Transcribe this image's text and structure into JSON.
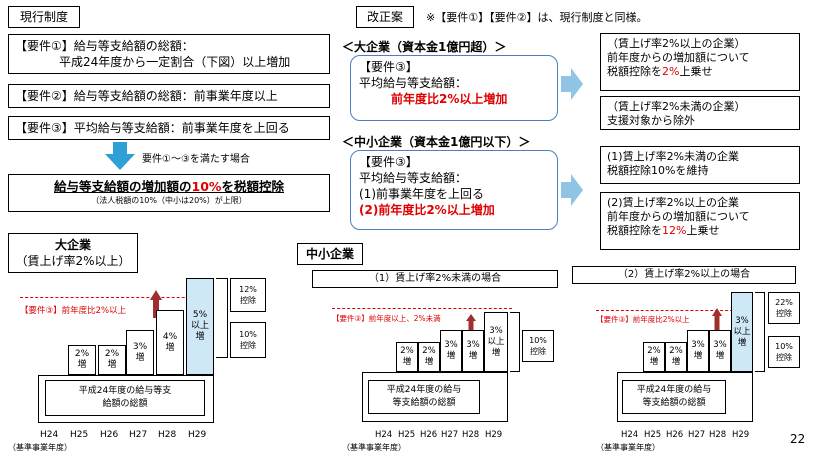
{
  "current": {
    "header": "現行制度",
    "req1_line1": "【要件①】給与等支給額の総額：",
    "req1_line2": "平成24年度から一定割合（下図）以上増加",
    "req2": "【要件②】給与等支給額の総額：前事業年度以上",
    "req3": "【要件③】平均給与等支給額：前事業年度を上回る",
    "arrow_note": "要件①～③を満たす場合",
    "result_main_a": "給与等支給額の増加額の",
    "result_main_b": "10%",
    "result_main_c": "を税額控除",
    "result_sub": "（法人税額の10%（中小は20%）が上限）"
  },
  "reform": {
    "header": "改正案",
    "note": "※【要件①】【要件②】は、現行制度と同様。",
    "large_title": "＜大企業（資本金1億円超）＞",
    "large_req_label": "【要件③】",
    "large_req_line2": "平均給与等支給額：",
    "large_req_line3": "前年度比2%以上増加",
    "large_r1_line1": "（賃上げ率2%以上の企業）",
    "large_r1_line2": "前年度からの増加額について",
    "large_r1_line3a": "税額控除を",
    "large_r1_line3b": "2%",
    "large_r1_line3c": "上乗せ",
    "large_r2_line1": "（賃上げ率2%未満の企業）",
    "large_r2_line2": "支援対象から除外",
    "small_title": "＜中小企業（資本金1億円以下）＞",
    "small_req_label": "【要件③】",
    "small_req_line2": "平均給与等支給額：",
    "small_req_line3": "(1)前事業年度を上回る",
    "small_req_line4": "(2)前年度比2%以上増加",
    "small_r1_line1": "(1)賃上げ率2%未満の企業",
    "small_r1_line2": "税額控除10%を維持",
    "small_r2_line1": "(2)賃上げ率2%以上の企業",
    "small_r2_line2": "前年度からの増加額について",
    "small_r2_line3a": "税額控除を",
    "small_r2_line3b": "12%",
    "small_r2_line3c": "上乗せ"
  },
  "chart_large": {
    "title1": "大企業",
    "title2": "（賃上げ率2%以上）",
    "req_label": "【要件③】前年度比2%以上",
    "base_line1": "平成24年度の給与等支",
    "base_line2": "給額の総額",
    "bars": [
      "2%\n増",
      "2%\n増",
      "3%\n増",
      "4%\n増",
      "5%\n以上\n増"
    ],
    "credit_top": "12%\n控除",
    "credit_bottom": "10%\n控除",
    "years": [
      "H24",
      "H25",
      "H26",
      "H27",
      "H28",
      "H29"
    ],
    "base_year": "（基準事業年度）"
  },
  "chart_small_header": "中小企業",
  "chart_small1": {
    "caption": "（1）賃上げ率2%未満の場合",
    "req_label": "【要件③】前年度以上、2%未満",
    "base_line1": "平成24年度の給与",
    "base_line2": "等支給額の総額",
    "bars": [
      "2%\n増",
      "2%\n増",
      "3%\n増",
      "3%\n増",
      "3%\n以上\n増"
    ],
    "credit": "10%\n控除",
    "years": [
      "H24",
      "H25",
      "H26",
      "H27",
      "H28",
      "H29"
    ],
    "base_year": "（基準事業年度）"
  },
  "chart_small2": {
    "caption": "（2）賃上げ率2%以上の場合",
    "req_label": "【要件③】前年度比2%以上",
    "base_line1": "平成24年度の給与",
    "base_line2": "等支給額の総額",
    "bars": [
      "2%\n増",
      "2%\n増",
      "3%\n増",
      "3%\n増",
      "3%\n以上\n増"
    ],
    "credit_top": "22%\n控除",
    "credit_bottom": "10%\n控除",
    "years": [
      "H24",
      "H25",
      "H26",
      "H27",
      "H28",
      "H29"
    ],
    "base_year": "（基準事業年度）"
  },
  "page_number": "22",
  "colors": {
    "accent_blue": "#4a7fc0",
    "arrow_blue": "#2f9fd8",
    "bar_blue": "#cfe8f5",
    "red": "#e00000",
    "dark_red": "#a03030"
  }
}
